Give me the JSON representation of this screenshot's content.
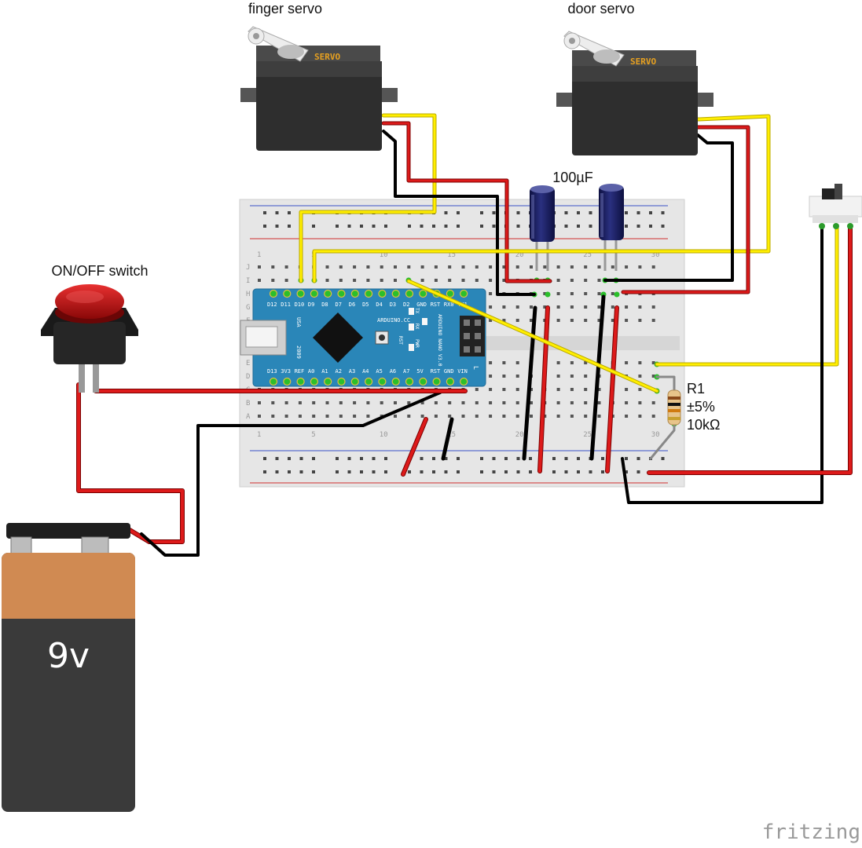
{
  "labels": {
    "finger_servo": "finger servo",
    "door_servo": "door servo",
    "servo_brand": "SERVO",
    "capacitor": "100µF",
    "switch": "ON/OFF switch",
    "resistor_name": "R1",
    "resistor_tolerance": "±5%",
    "resistor_value": "10kΩ",
    "battery": "9v",
    "watermark": "fritzing"
  },
  "arduino": {
    "top_pins": [
      "D12",
      "D11",
      "D10",
      "D9",
      "D8",
      "D7",
      "D6",
      "D5",
      "D4",
      "D3",
      "D2",
      "GND",
      "RST",
      "RX0",
      "TX1"
    ],
    "bottom_pins": [
      "D13",
      "3V3",
      "REF",
      "A0",
      "A1",
      "A2",
      "A3",
      "A4",
      "A5",
      "A6",
      "A7",
      "5V",
      "RST",
      "GND",
      "VIN"
    ],
    "board_text": "ARDUINO.CC",
    "model": "ARDUINO NANO V3.0",
    "usa": "USA",
    "year": "2009",
    "led_labels": [
      "TX",
      "RX",
      "PWR",
      "L"
    ],
    "rst": "RST"
  },
  "breadboard": {
    "row_letters_top": [
      "J",
      "I",
      "H",
      "G",
      "F"
    ],
    "row_letters_bottom": [
      "E",
      "D",
      "C",
      "B",
      "A"
    ],
    "column_numbers": [
      "1",
      "5",
      "10",
      "15",
      "20",
      "25",
      "30"
    ]
  },
  "colors": {
    "wire_red": "#d11a1a",
    "wire_black": "#111111",
    "wire_yellow": "#ffee00",
    "arduino_blue": "#2a86b8",
    "breadboard": "#e8e8e8",
    "capacitor": "#1b1f5a",
    "battery_orange": "#d08a52",
    "battery_dark": "#3a3a3a",
    "button_red": "#c81010"
  }
}
